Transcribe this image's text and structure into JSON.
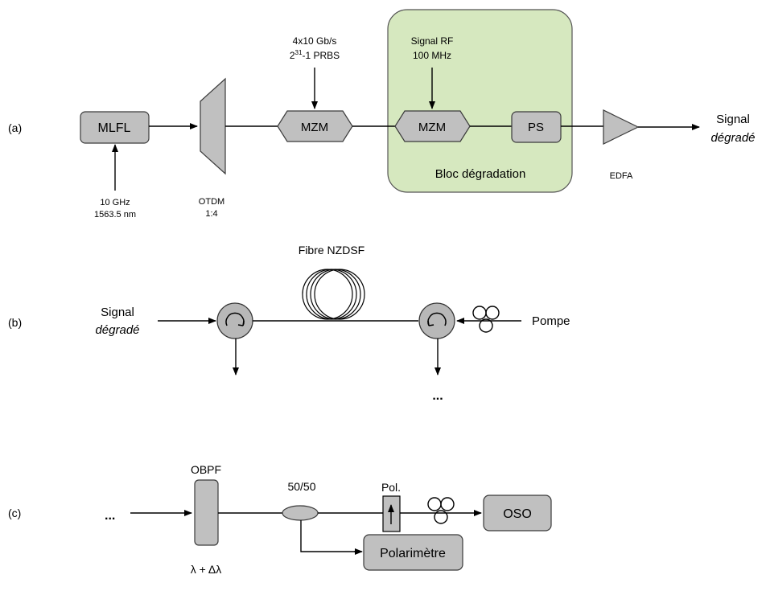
{
  "colors": {
    "component": "#c0c0c0",
    "bloc": "#d6e8bf",
    "stroke": "#3a3a3a"
  },
  "a": {
    "tag": "(a)",
    "mlfl": "MLFL",
    "mlfl_freq": "10 GHz",
    "mlfl_wl": "1563.5 nm",
    "otdm": "OTDM",
    "otdm_ratio": "1:4",
    "data_rate": "4x10 Gb/s",
    "prbs_base": "2",
    "prbs_exp": "31",
    "prbs_rest": "-1 PRBS",
    "mzm1": "MZM",
    "rf_line1": "Signal RF",
    "rf_line2": "100 MHz",
    "mzm2": "MZM",
    "ps": "PS",
    "bloc": "Bloc dégradation",
    "edfa": "EDFA",
    "out1": "Signal",
    "out2": "dégradé"
  },
  "b": {
    "tag": "(b)",
    "fibre": "Fibre NZDSF",
    "in1": "Signal",
    "in2": "dégradé",
    "pompe": "Pompe",
    "ellipsis": "..."
  },
  "c": {
    "tag": "(c)",
    "ellipsis": "...",
    "obpf": "OBPF",
    "lambda": "λ + Δλ",
    "coupler": "50/50",
    "pol": "Pol.",
    "oso": "OSO",
    "polarimetre": "Polarimètre"
  }
}
